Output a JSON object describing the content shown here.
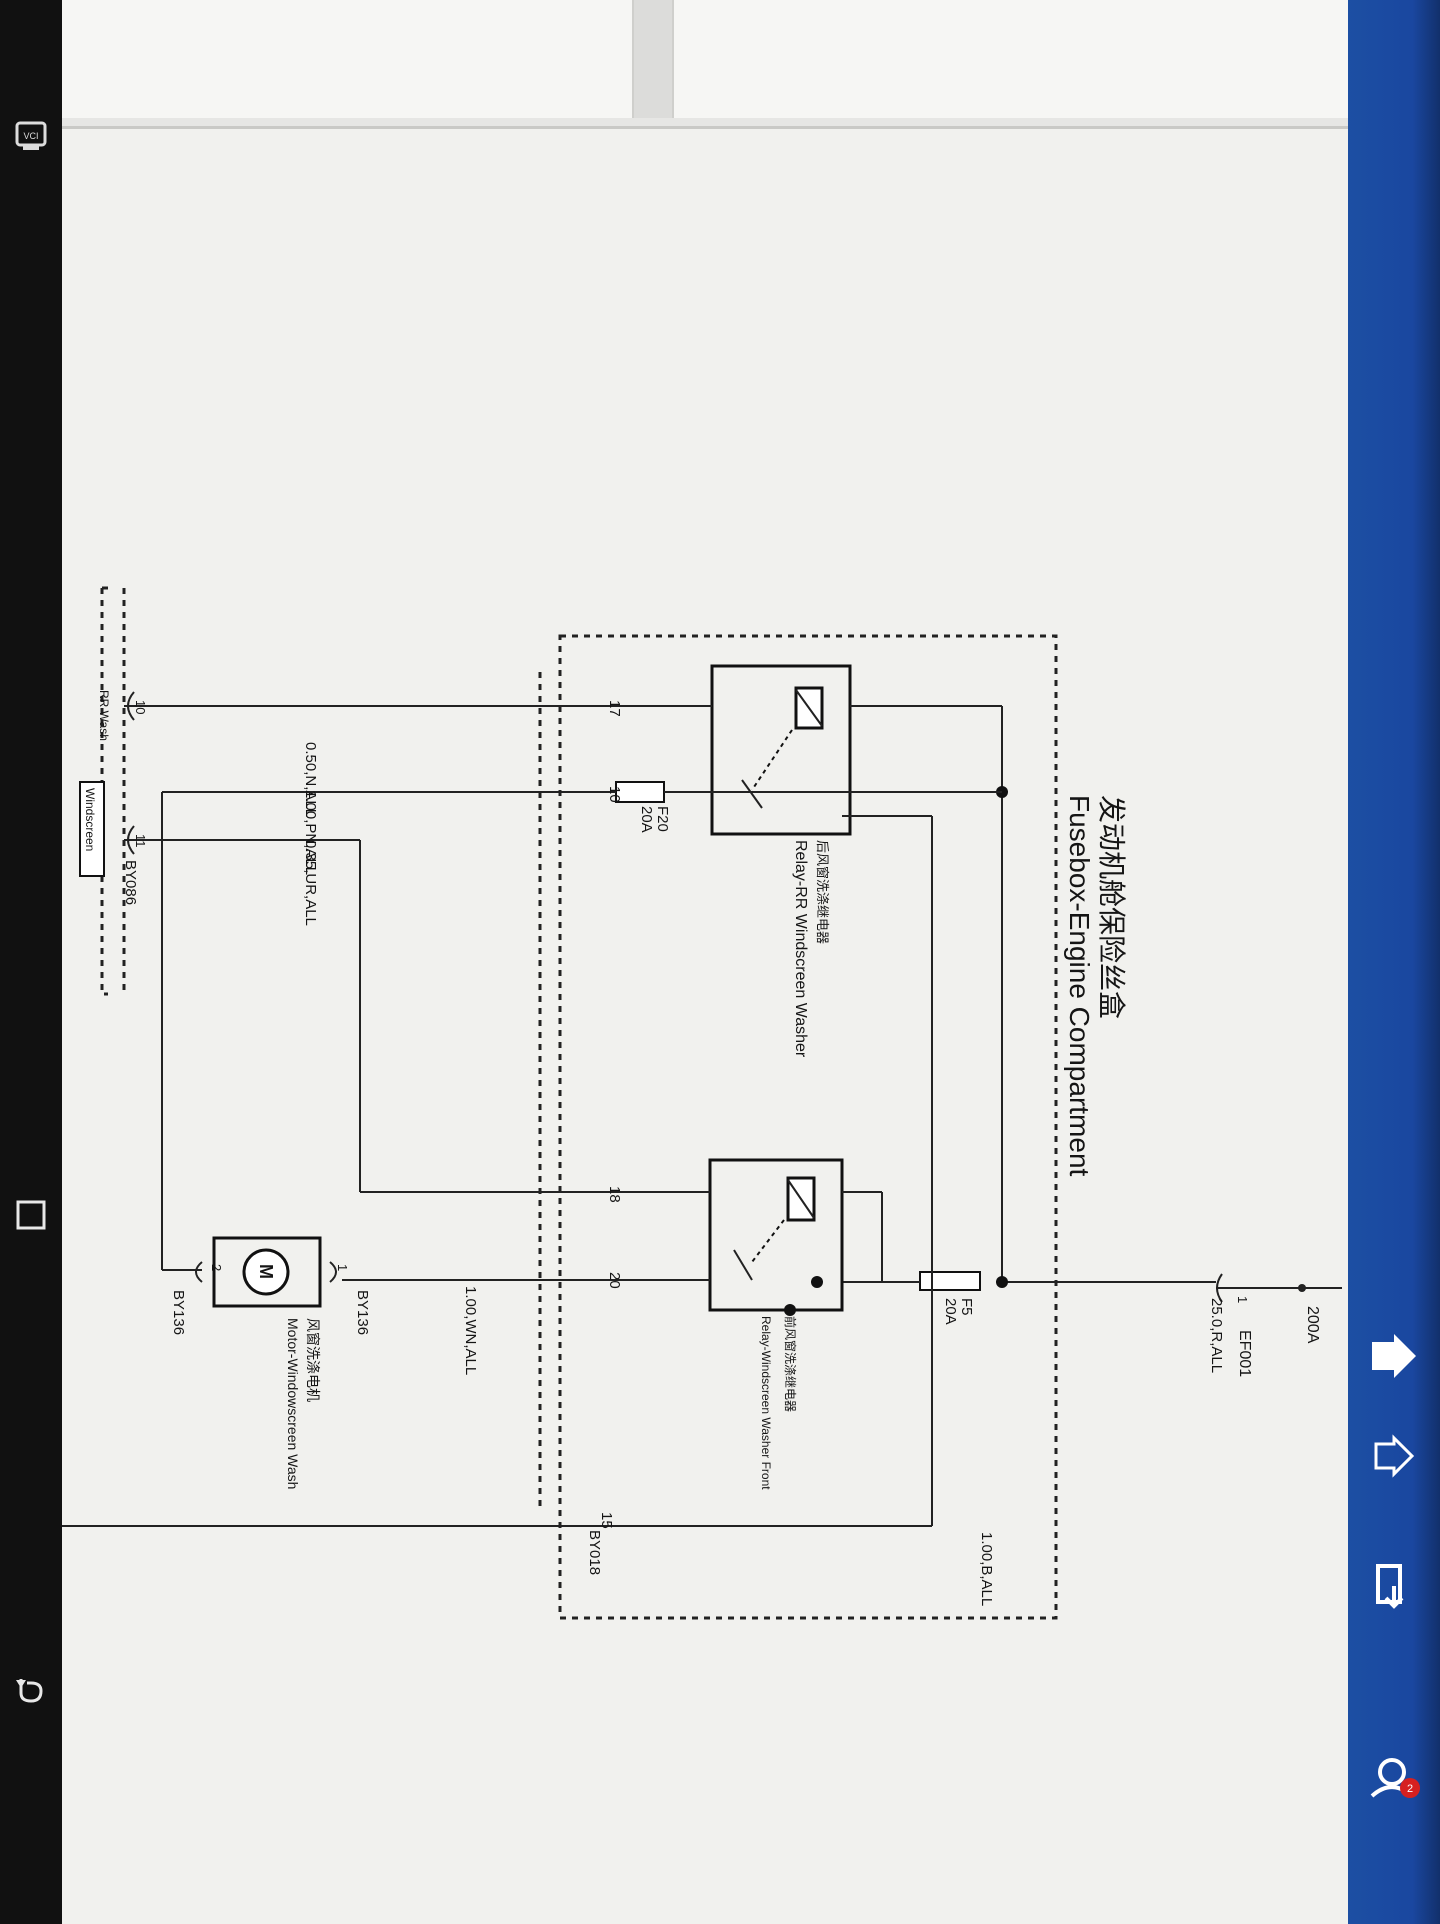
{
  "nav": {
    "items": [
      {
        "name": "vci-icon",
        "label": "VCI"
      },
      {
        "name": "recent-apps-icon"
      },
      {
        "name": "back-icon"
      }
    ]
  },
  "toolbar": {
    "items": [
      {
        "name": "home-icon"
      },
      {
        "name": "exit-home-icon"
      },
      {
        "name": "exit-icon"
      },
      {
        "name": "user-notification-icon",
        "badge": "2"
      }
    ]
  },
  "diagram": {
    "title_cn": "发动机舱保险丝盒",
    "title_en": "Fusebox-Engine Compartment",
    "supply": {
      "fuse": "200A",
      "connector": "EF001",
      "pin": "1",
      "wire": "25.0,R,ALL"
    },
    "fuses": [
      {
        "id": "F5",
        "rating": "20A"
      },
      {
        "id": "F20",
        "rating": "20A"
      }
    ],
    "relays": [
      {
        "label_cn": "后风窗洗涤继电器",
        "label_en": "Relay-RR Windscreen Washer"
      },
      {
        "label_cn": "前风窗洗涤继电器",
        "label_en": "Relay-Windscreen Washer Front"
      }
    ],
    "fusebox_connector": "BY018",
    "fusebox_pins": [
      "17",
      "10",
      "18",
      "20",
      "15"
    ],
    "wires": [
      {
        "pin": "17",
        "label": "0.50,N,ALL"
      },
      {
        "pin": "10",
        "label": "1.00,PN,ALL"
      },
      {
        "pin": "11",
        "label": "0.35,UR,ALL"
      },
      {
        "pin": "20",
        "label": "1.00,WN,ALL"
      },
      {
        "pin": "15",
        "label": "1.00,B,ALL"
      }
    ],
    "motor": {
      "symbol": "M",
      "label_cn": "风窗洗涤电机",
      "label_en": "Motor-Windowscreen Wash",
      "connector": "BY136",
      "pins": [
        "1",
        "2"
      ]
    },
    "rr_connector": {
      "id": "BY086",
      "pins": [
        "10",
        "11"
      ],
      "labels": [
        "RR Wash",
        "Windscreen"
      ]
    }
  }
}
